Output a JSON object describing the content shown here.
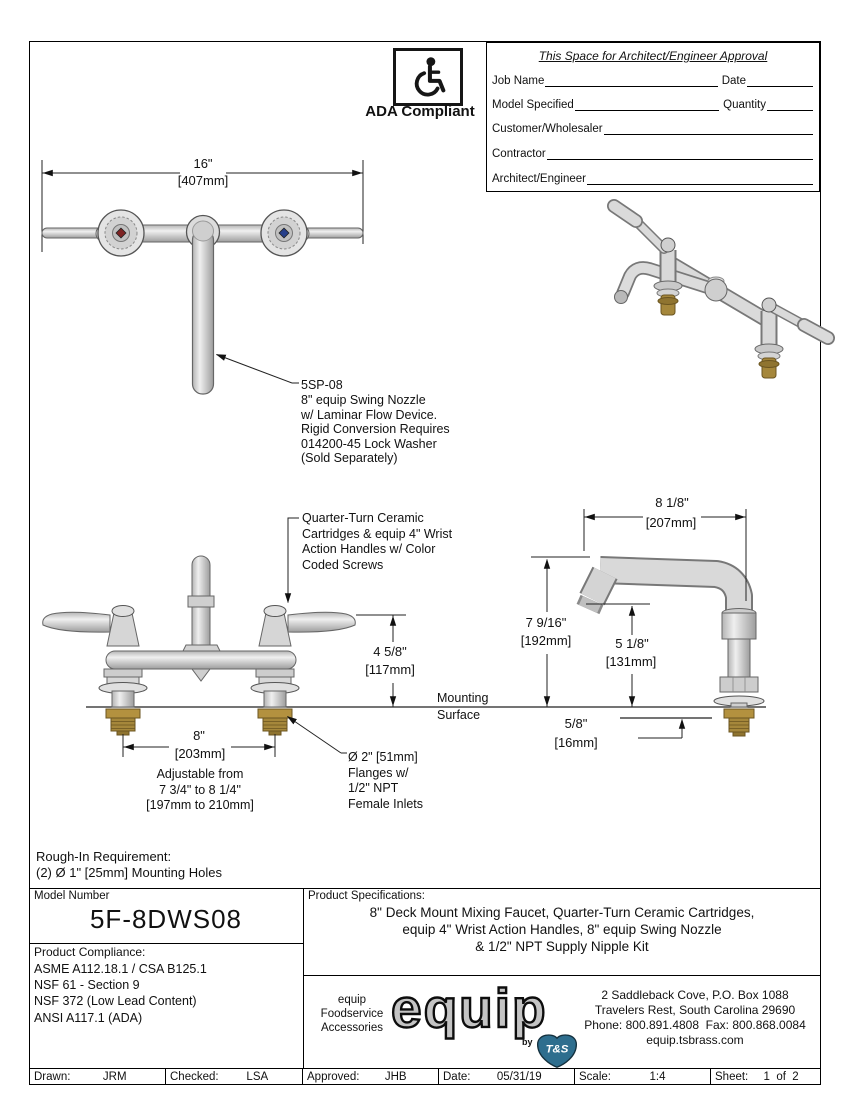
{
  "ada": {
    "label": "ADA Compliant"
  },
  "approval": {
    "title": "This Space for Architect/Engineer Approval",
    "job_name": "Job Name",
    "date": "Date",
    "model_specified": "Model Specified",
    "quantity": "Quantity",
    "customer": "Customer/Wholesaler",
    "contractor": "Contractor",
    "architect": "Architect/Engineer"
  },
  "top_view": {
    "dim_width": "16\"",
    "dim_width_mm": "[407mm]",
    "callout": [
      "5SP-08",
      "8\" equip Swing Nozzle",
      "w/ Laminar Flow Device.",
      "Rigid Conversion Requires",
      "014200-45 Lock Washer",
      "(Sold Separately)"
    ]
  },
  "front_view": {
    "callout_cartridge": [
      "Quarter-Turn Ceramic",
      "Cartridges & equip 4\" Wrist",
      "Action Handles w/ Color",
      "Coded Screws"
    ],
    "dim_height": "4 5/8\"",
    "dim_height_mm": "[117mm]",
    "dim_centers": "8\"",
    "dim_centers_mm": "[203mm]",
    "adjustable": [
      "Adjustable from",
      "7 3/4\" to 8 1/4\"",
      "[197mm to 210mm]"
    ],
    "callout_flange": [
      "Ø 2\" [51mm]",
      "Flanges w/",
      "1/2\" NPT",
      "Female Inlets"
    ],
    "mounting_line1": "Mounting",
    "mounting_line2": "Surface"
  },
  "side_view": {
    "dim_reach": "8 1/8\"",
    "dim_reach_mm": "[207mm]",
    "dim_total_height": "7 9/16\"",
    "dim_total_height_mm": "[192mm]",
    "dim_spout_height": "5 1/8\"",
    "dim_spout_height_mm": "[131mm]",
    "dim_deck": "5/8\"",
    "dim_deck_mm": "[16mm]"
  },
  "rough_in": {
    "line1": "Rough-In Requirement:",
    "line2": "(2) Ø 1\" [25mm] Mounting Holes"
  },
  "title_block": {
    "model_label": "Model Number",
    "model_number": "5F-8DWS08",
    "compliance_label": "Product Compliance:",
    "compliance": [
      "ASME A112.18.1 / CSA B125.1",
      "NSF 61 - Section 9",
      "NSF 372 (Low Lead Content)",
      "ANSI A117.1 (ADA)"
    ],
    "spec_label": "Product Specifications:",
    "spec_lines": [
      "8\" Deck Mount Mixing Faucet, Quarter-Turn Ceramic Cartridges,",
      "equip 4\" Wrist Action Handles, 8\" equip Swing Nozzle",
      "& 1/2\" NPT Supply Nipple Kit"
    ],
    "brand_tagline": [
      "equip",
      "Foodservice",
      "Accessories"
    ],
    "logo_text": "equip",
    "logo_by": "by",
    "logo_ts": "T&S",
    "address": [
      "2 Saddleback Cove, P.O. Box 1088",
      "Travelers Rest, South Carolina 29690",
      "Phone: 800.891.4808  Fax: 800.868.0084",
      "equip.tsbrass.com"
    ],
    "footer": {
      "drawn_label": "Drawn:",
      "drawn": "JRM",
      "checked_label": "Checked:",
      "checked": "LSA",
      "approved_label": "Approved:",
      "approved": "JHB",
      "date_label": "Date:",
      "date": "05/31/19",
      "scale_label": "Scale:",
      "scale": "1:4",
      "sheet_label": "Sheet:",
      "sheet": "1  of  2"
    }
  },
  "colors": {
    "brass": "#a5873b",
    "hot_screw_red": "#7e2323",
    "cold_screw_blue": "#273f8a",
    "ts_logo_blue": "#2e6e8e"
  }
}
